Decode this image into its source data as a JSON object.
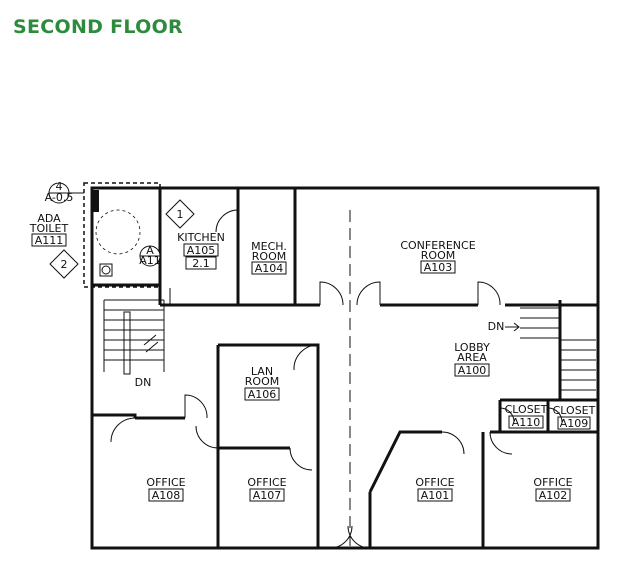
{
  "title": "SECOND FLOOR",
  "rooms": {
    "ada_toilet": {
      "name1": "ADA",
      "name2": "TOILET",
      "number": "A111"
    },
    "kitchen": {
      "name": "KITCHEN",
      "number": "A105",
      "tag": "2.1"
    },
    "mech_room": {
      "name1": "MECH.",
      "name2": "ROOM",
      "number": "A104"
    },
    "conference_room": {
      "name1": "CONFERENCE",
      "name2": "ROOM",
      "number": "A103"
    },
    "lobby_area": {
      "name1": "LOBBY",
      "name2": "AREA",
      "number": "A100"
    },
    "lan_room": {
      "name1": "LAN",
      "name2": "ROOM",
      "number": "A106"
    },
    "closet_a110": {
      "name": "CLOSET",
      "number": "A110"
    },
    "closet_a109": {
      "name": "CLOSET",
      "number": "A109"
    },
    "office_a108": {
      "name": "OFFICE",
      "number": "A108"
    },
    "office_a107": {
      "name": "OFFICE",
      "number": "A107"
    },
    "office_a101": {
      "name": "OFFICE",
      "number": "A101"
    },
    "office_a102": {
      "name": "OFFICE",
      "number": "A102"
    }
  },
  "annotations": {
    "stair_left_dn": "DN",
    "stair_right_dn": "DN",
    "detail_callout_num": "4",
    "detail_callout_sheet": "A-0.5",
    "elevation_tag_1": "1",
    "elevation_tag_2": "2",
    "section_mark_letter": "A",
    "section_mark_sheet": "A11"
  }
}
